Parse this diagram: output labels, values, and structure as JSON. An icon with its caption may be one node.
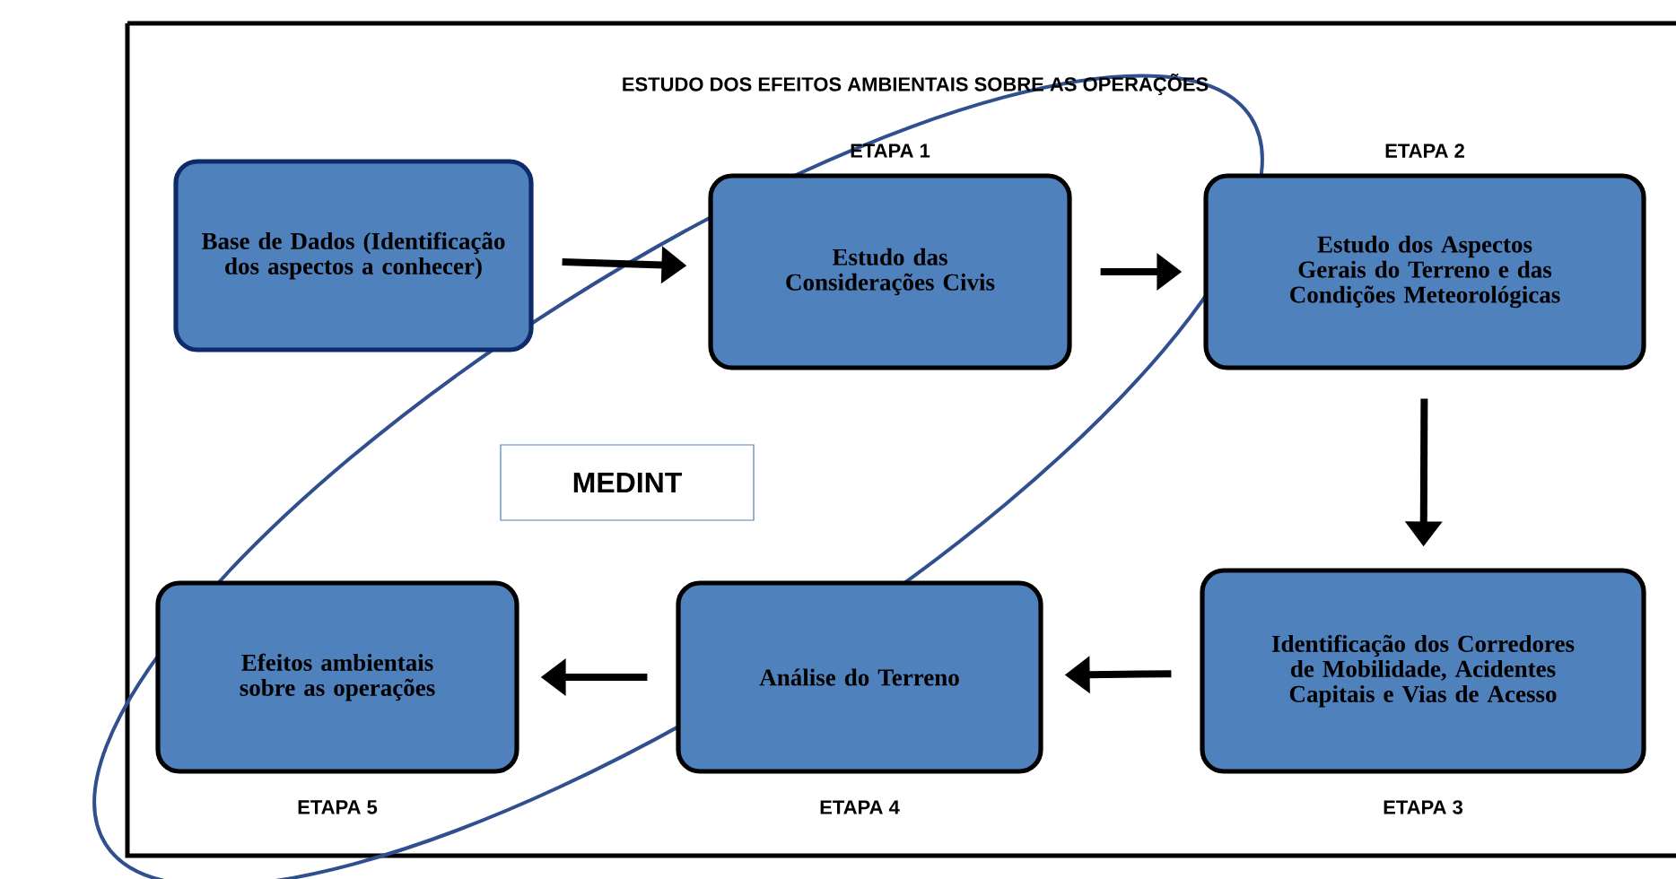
{
  "diagram": {
    "title": "ESTUDO DOS EFEITOS AMBIENTAIS SOBRE AS OPERAÇÕES",
    "nodes": [
      {
        "text": [
          "Base de Dados (Identificação dos aspectos a conhecer)"
        ]
      },
      {
        "text": [
          "Estudo das Considerações Civis"
        ],
        "beside": [
          "ETAPA 1"
        ]
      },
      {
        "text": [
          "Estudo dos Aspectos Gerais do Terreno e das Condições Meteorológicas"
        ],
        "beside": [
          "ETAPA 2"
        ]
      },
      {
        "text": [
          "Identificação dos Corredores de Mobilidade, Acidentes Capitais e Vias de Acesso"
        ],
        "beside": [
          "ETAPA 3"
        ]
      },
      {
        "text": [
          "Análise do Terreno"
        ],
        "beside": [
          "ETAPA 4"
        ]
      },
      {
        "text": [
          "Efeitos ambientais sobre as operações"
        ],
        "beside": [
          "ETAPA 5"
        ]
      },
      {
        "text": [
          "MEDINT"
        ]
      }
    ],
    "edges": [
      {
        "from": 0,
        "to": 1,
        "arrow": "to"
      },
      {
        "from": 1,
        "to": 2,
        "arrow": "to"
      },
      {
        "from": 2,
        "to": 3,
        "arrow": "to"
      },
      {
        "from": 3,
        "to": 4,
        "arrow": "to"
      },
      {
        "from": 4,
        "to": 5,
        "arrow": "to"
      }
    ]
  }
}
